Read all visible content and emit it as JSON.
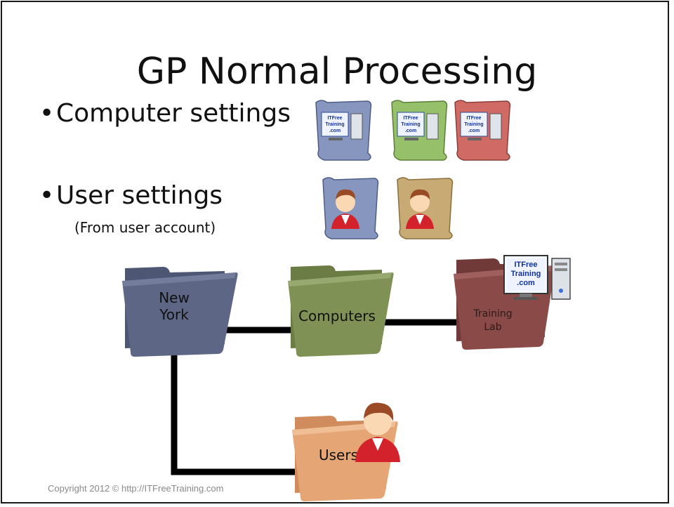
{
  "slide": {
    "title": "GP Normal Processing",
    "bullets": [
      {
        "text": "Computer settings",
        "icon": "bullet-dot"
      },
      {
        "text": "User settings",
        "note": "(From user account)",
        "icon": "bullet-dot"
      }
    ],
    "copyright": "Copyright 2012 © http://ITFreeTraining.com"
  },
  "computer_policies": [
    {
      "color": "#8796bf",
      "logo_lines": [
        "ITFree",
        "Training",
        ".com"
      ],
      "icon": "computer-scroll-icon"
    },
    {
      "color": "#96c06a",
      "logo_lines": [
        "ITFree",
        "Training",
        ".com"
      ],
      "icon": "computer-scroll-icon"
    },
    {
      "color": "#cf6a64",
      "logo_lines": [
        "ITFree",
        "Training",
        ".com"
      ],
      "icon": "computer-scroll-icon"
    }
  ],
  "user_policies": [
    {
      "color": "#8796bf",
      "icon": "user-scroll-icon"
    },
    {
      "color": "#c8aa74",
      "icon": "user-scroll-icon"
    }
  ],
  "folders": {
    "new_york": {
      "label_lines": [
        "New",
        "York"
      ],
      "color": "#5d6785"
    },
    "computers": {
      "label": "Computers",
      "color": "#7f9154"
    },
    "training_lab": {
      "label_lines": [
        "Training",
        "Lab"
      ],
      "color": "#8a4a48"
    },
    "users": {
      "label": "Users",
      "color": "#e6a574"
    }
  },
  "computer_icon": {
    "logo_lines": [
      "ITFree",
      "Training",
      ".com"
    ]
  },
  "colors": {
    "connector": "#000000",
    "text": "#111111"
  }
}
